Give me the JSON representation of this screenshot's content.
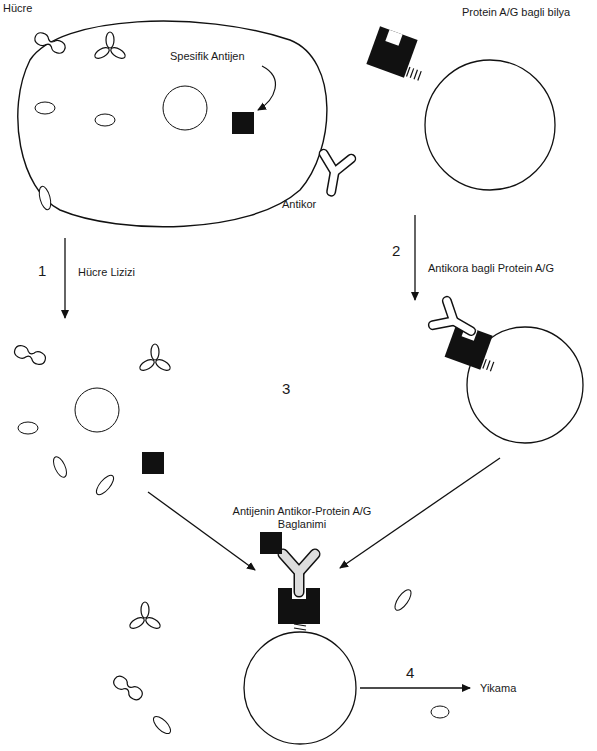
{
  "diagram": {
    "labels": [
      "Hücre",
      "Spesifik Antijen",
      "Protein A/G bagli bilya",
      "Antikor",
      "1",
      "Hücre Lizizi",
      "2",
      "Antikora bagli Protein A/G",
      "3",
      "Antijenin Antikor-Protein A/G Baglanimi",
      "4",
      "Yikama"
    ]
  }
}
